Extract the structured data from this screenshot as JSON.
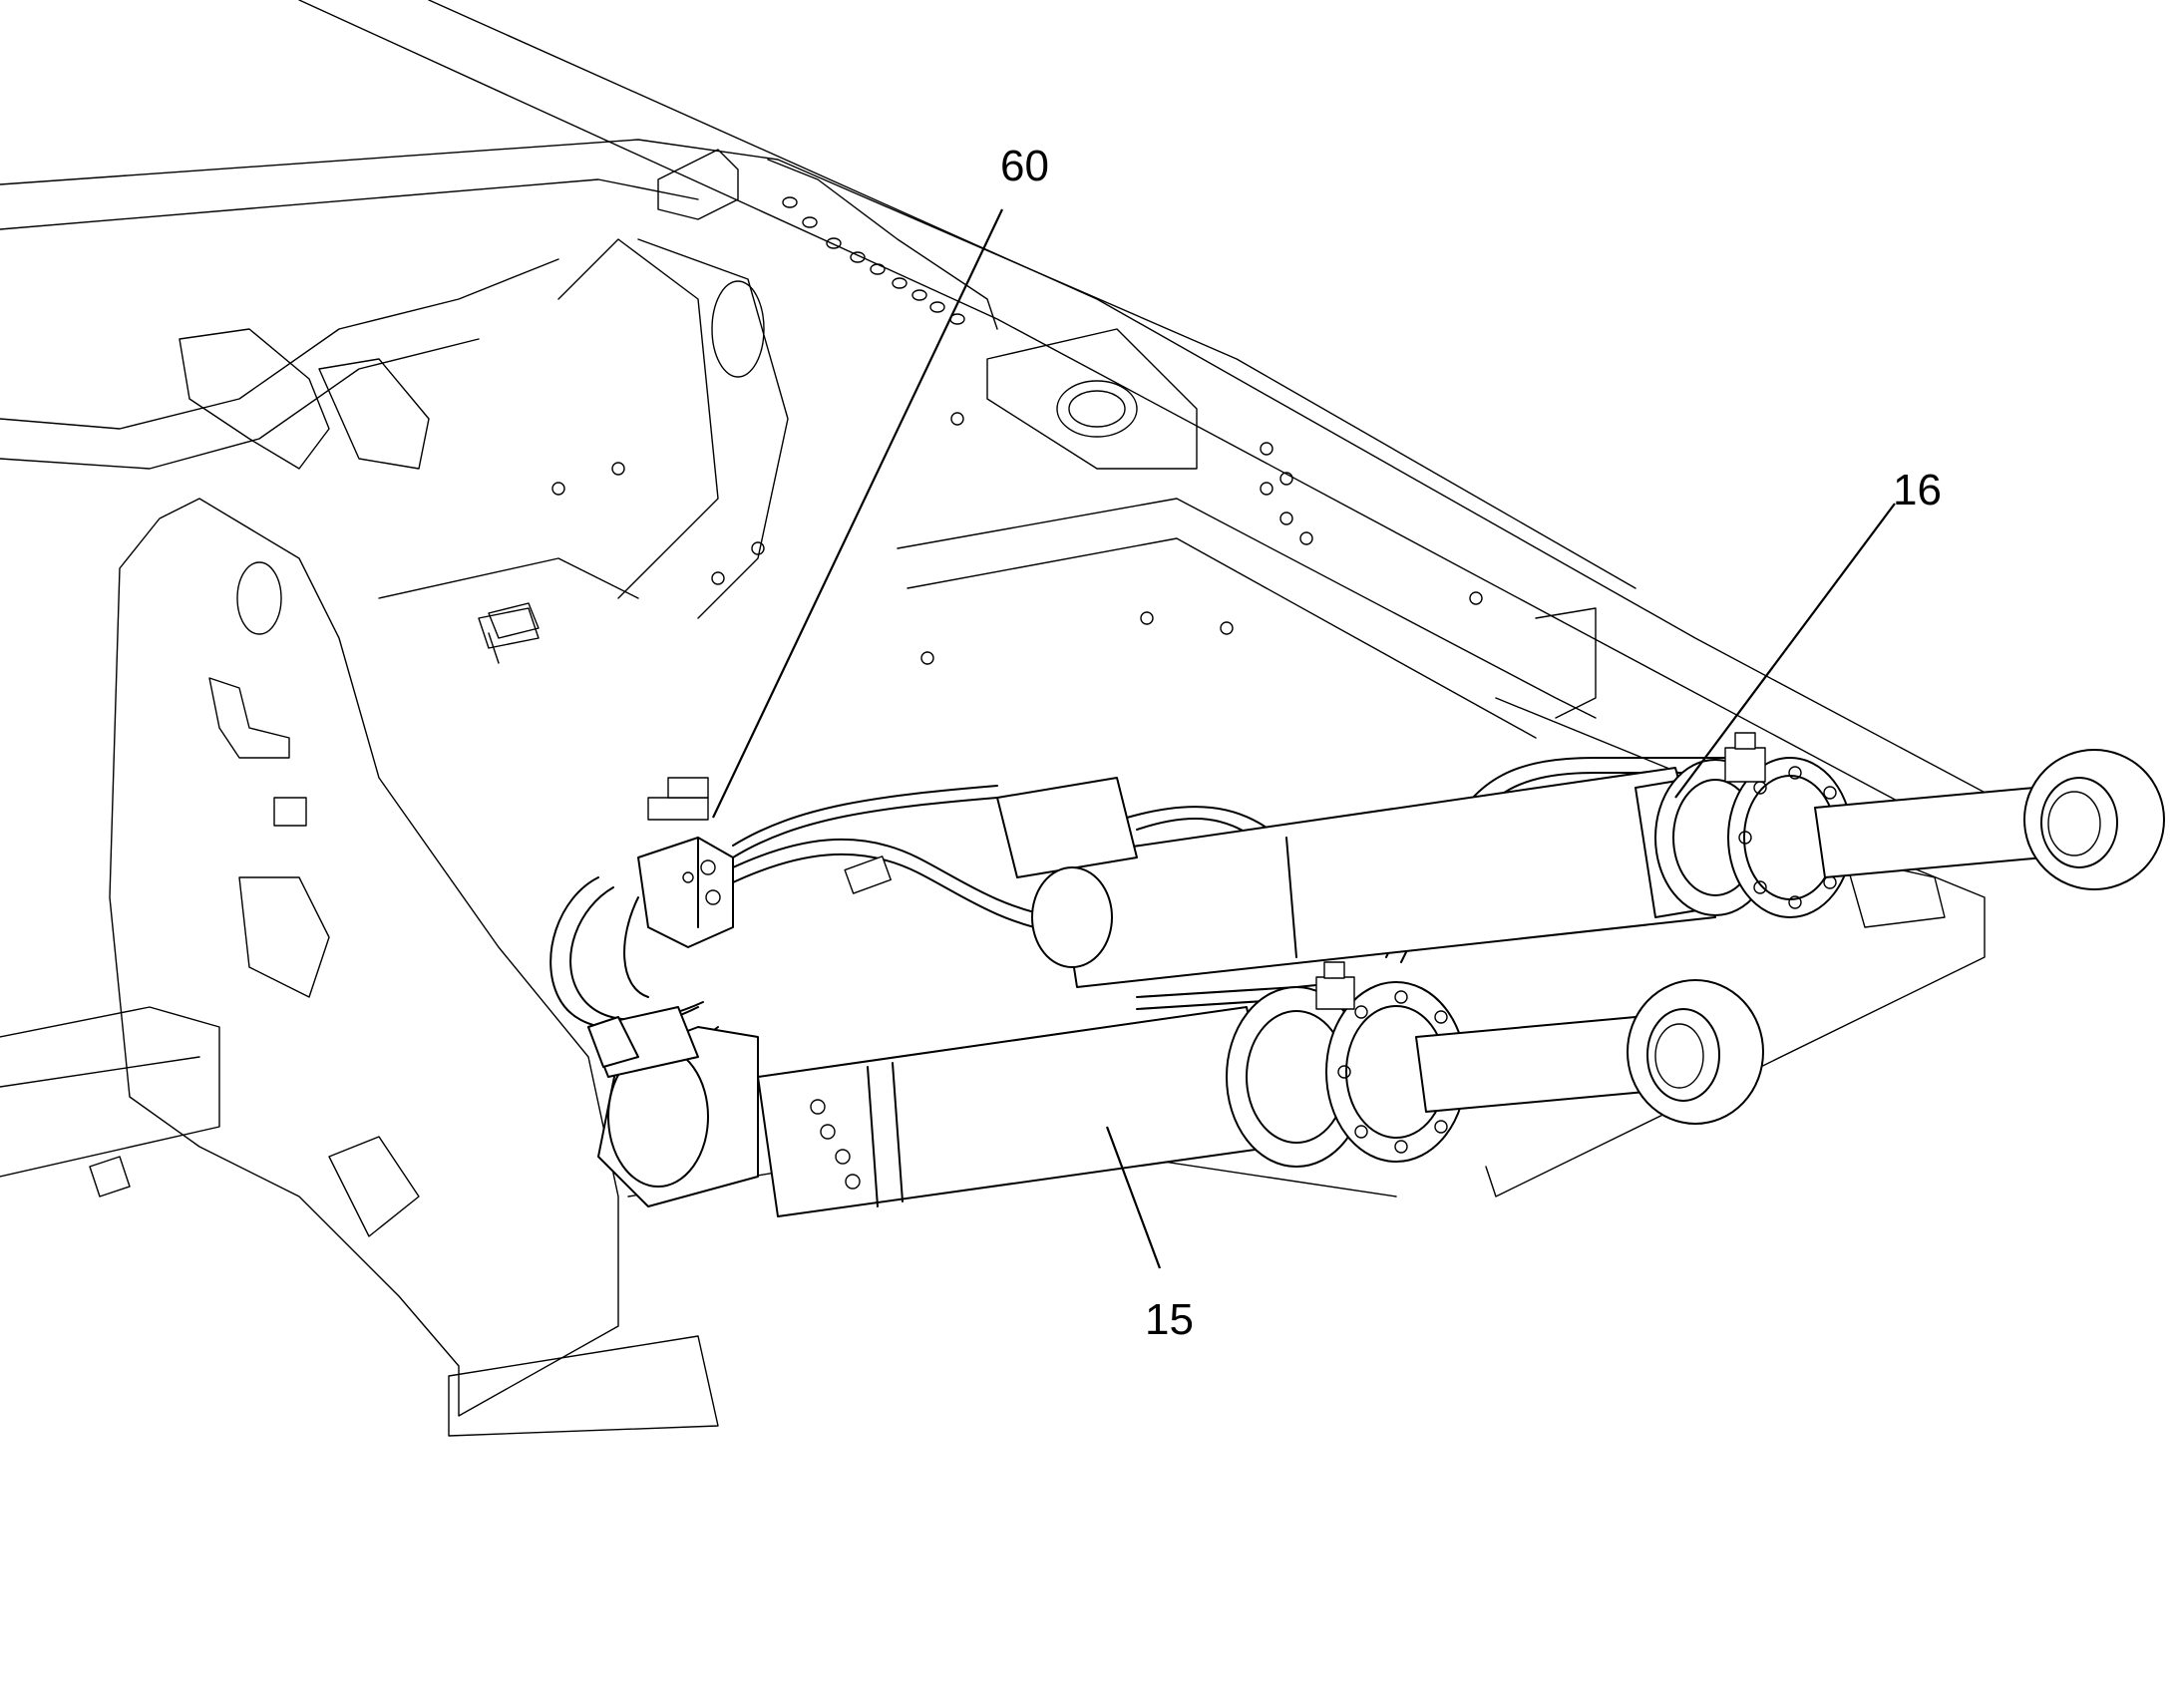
{
  "callouts": {
    "part_60": "60",
    "part_16": "16",
    "part_15": "15"
  },
  "colors": {
    "line": "#000000",
    "background": "#ffffff"
  }
}
